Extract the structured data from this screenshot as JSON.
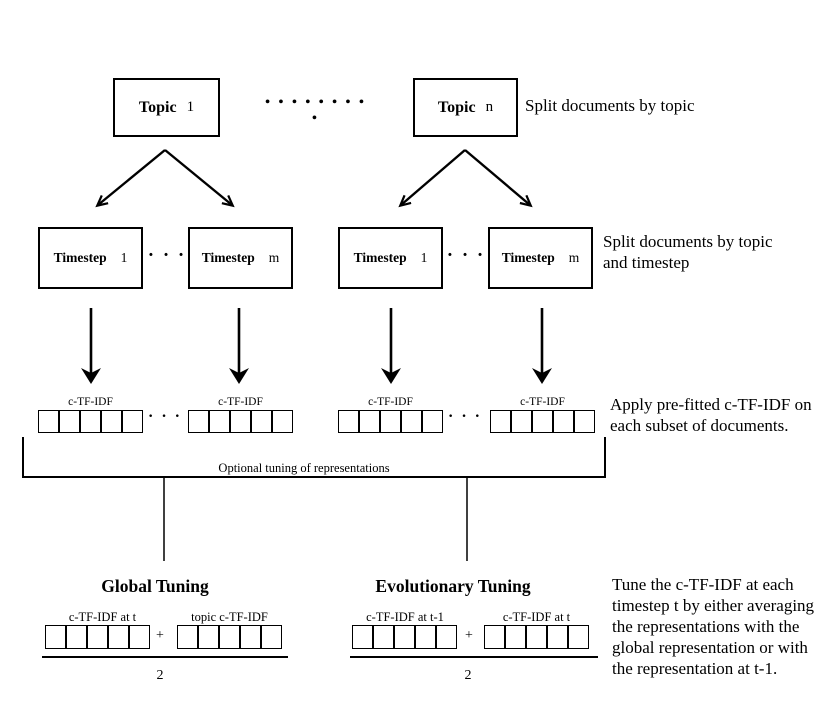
{
  "topic_row": {
    "boxes": [
      {
        "label": "Topic",
        "index": "1"
      },
      {
        "label": "Topic",
        "index": "n"
      }
    ],
    "dots": "• • • • • • • • •",
    "caption": "Split documents by topic"
  },
  "timestep_row": {
    "boxes": [
      {
        "label": "Timestep",
        "index": "1"
      },
      {
        "label": "Timestep",
        "index": "m"
      },
      {
        "label": "Timestep",
        "index": "1"
      },
      {
        "label": "Timestep",
        "index": "m"
      }
    ],
    "dots": "· · ·",
    "caption_lines": [
      "Split documents by topic",
      "and timestep"
    ]
  },
  "ctfidf_row": {
    "strip_labels": [
      "c-TF-IDF",
      "c-TF-IDF",
      "c-TF-IDF",
      "c-TF-IDF"
    ],
    "cells_per_strip": 5,
    "dots": "· · ·",
    "caption_lines": [
      "Apply pre-fitted c-TF-IDF on",
      "each subset of documents."
    ]
  },
  "bracket": {
    "label": "Optional tuning of representations"
  },
  "global_tuning": {
    "title": "Global Tuning",
    "numerator_left_label": "c-TF-IDF at t",
    "operator": "+",
    "numerator_right_label": "topic c-TF-IDF",
    "denominator": "2"
  },
  "evolutionary_tuning": {
    "title": "Evolutionary Tuning",
    "numerator_left_label": "c-TF-IDF at t-1",
    "operator": "+",
    "numerator_right_label": "c-TF-IDF at t",
    "denominator": "2"
  },
  "tuning_caption_lines": [
    "Tune the c-TF-IDF at each",
    "timestep t by either averaging",
    "the representations with the",
    "global representation or with",
    "the representation at t-1."
  ],
  "colors": {
    "background": "#ffffff",
    "line": "#000000",
    "text": "#000000"
  }
}
